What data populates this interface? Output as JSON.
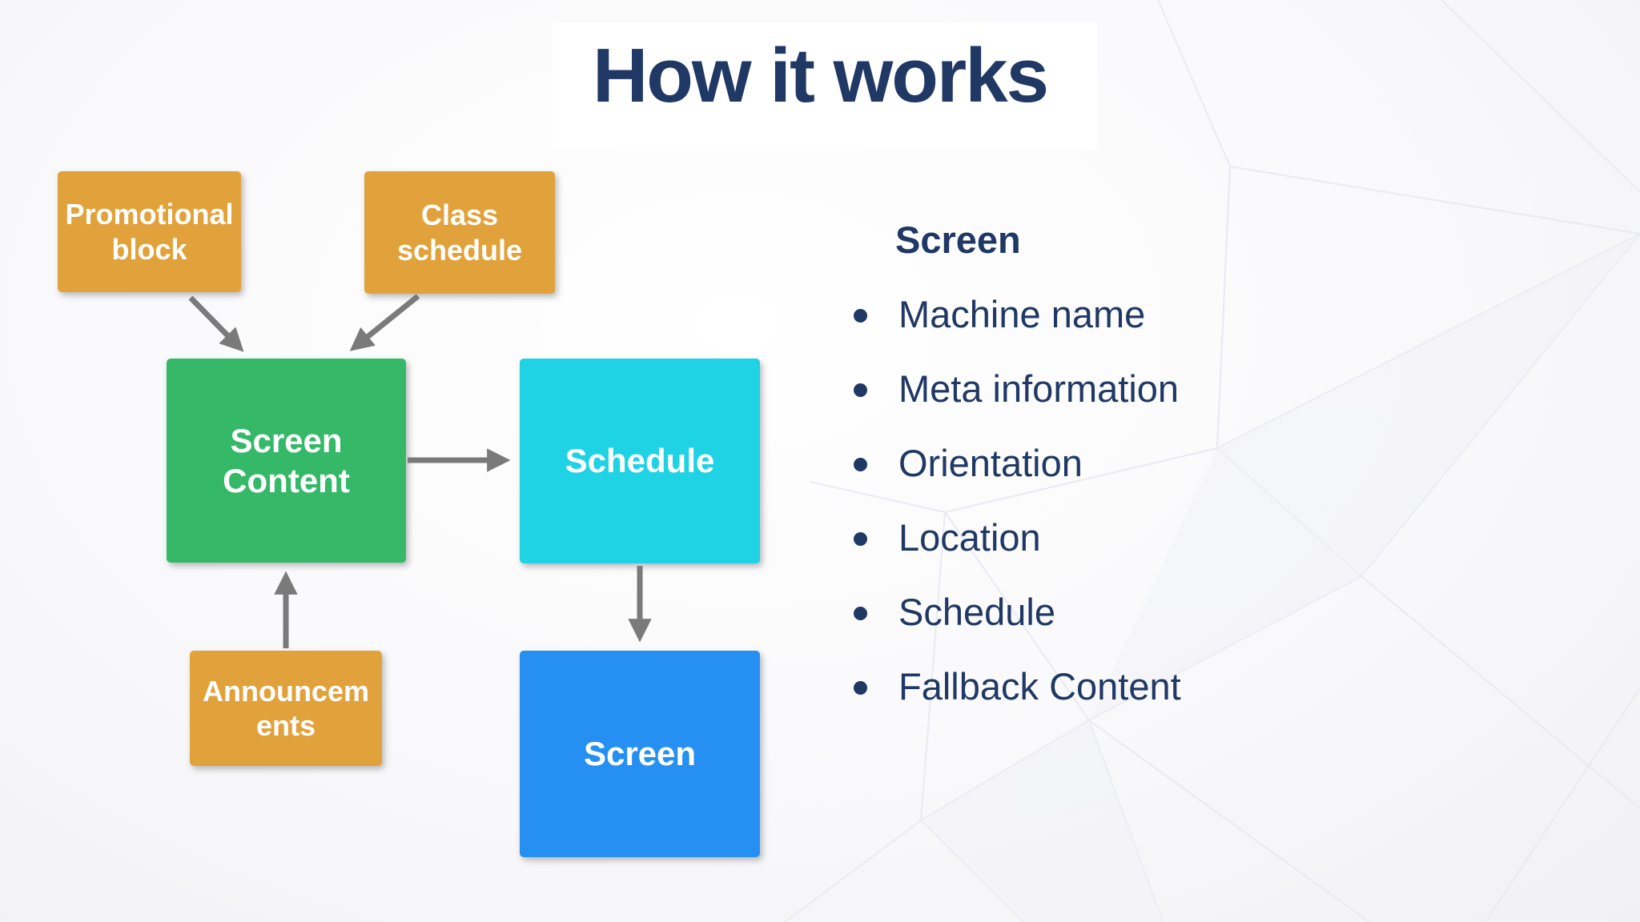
{
  "slide": {
    "title": "How it works",
    "title_color": "#1f3864",
    "background_color": "#f8f8fa"
  },
  "diagram": {
    "arrow_color": "#7a7a7a",
    "nodes": [
      {
        "id": "promotional-block",
        "label": "Promotional block",
        "color": "#e2a23b",
        "text_color": "#ffffff"
      },
      {
        "id": "class-schedule",
        "label": "Class schedule",
        "color": "#e2a23b",
        "text_color": "#ffffff"
      },
      {
        "id": "screen-content",
        "label": "Screen Content",
        "color": "#35b969",
        "text_color": "#ffffff"
      },
      {
        "id": "schedule",
        "label": "Schedule",
        "color": "#1fd3e4",
        "text_color": "#ffffff"
      },
      {
        "id": "screen",
        "label": "Screen",
        "color": "#2590f2",
        "text_color": "#ffffff"
      },
      {
        "id": "announcements",
        "label": "Announcements",
        "color": "#e2a23b",
        "text_color": "#ffffff"
      }
    ],
    "edges": [
      {
        "from": "promotional-block",
        "to": "screen-content"
      },
      {
        "from": "class-schedule",
        "to": "screen-content"
      },
      {
        "from": "announcements",
        "to": "screen-content"
      },
      {
        "from": "screen-content",
        "to": "schedule"
      },
      {
        "from": "schedule",
        "to": "screen"
      }
    ]
  },
  "details_panel": {
    "heading": "Screen",
    "text_color": "#1f3864",
    "items": [
      "Machine name",
      "Meta information",
      "Orientation",
      "Location",
      "Schedule",
      "Fallback Content"
    ]
  }
}
